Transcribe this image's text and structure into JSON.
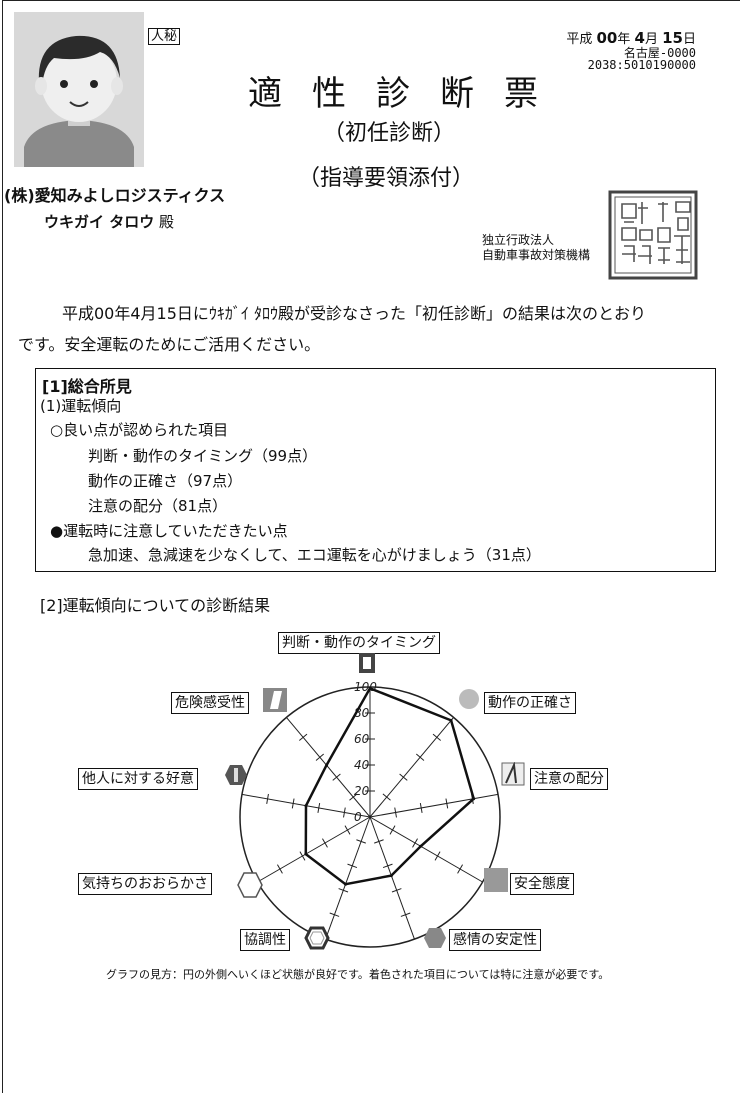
{
  "header": {
    "secret_mark": "人秘",
    "date": {
      "era": "平成",
      "year": "00",
      "year_unit": "年",
      "month": "4",
      "month_unit": "月",
      "day": "15",
      "day_unit": "日"
    },
    "office_code": "名古屋-0000",
    "serial": "2038:5010190000"
  },
  "titles": {
    "main": "適性診断票",
    "sub": "（初任診断）",
    "sub2": "（指導要領添付）"
  },
  "recipient": {
    "company": "(株)愛知みよしロジスティクス",
    "name": "ウキガイ タロウ",
    "honorific": "殿"
  },
  "issuer": {
    "line1": "独立行政法人",
    "line2": "自動車事故対策機構",
    "seal_label": "独立行政法人自動車事故対策機構印"
  },
  "intro": {
    "line1": "平成00年4月15日にｳｷｶﾞｲ ﾀﾛｳ殿が受診なさった「初任診断」の結果は次のとおり",
    "line2": "です。安全運転のためにご活用ください。"
  },
  "section1": {
    "heading": "[1]総合所見",
    "sub_heading": "(1)運転傾向",
    "good_heading": "○良い点が認められた項目",
    "good_items": [
      "判断・動作のタイミング（99点）",
      "動作の正確さ（97点）",
      "注意の配分（81点）"
    ],
    "caution_heading": "●運転時に注意していただきたい点",
    "caution_items": [
      "急加速、急減速を少なくして、エコ運転を心がけましょう（31点）"
    ]
  },
  "section2": {
    "heading": "[2]運転傾向についての診断結果"
  },
  "chart_data": {
    "type": "radar",
    "title": "",
    "categories": [
      "判断・動作のタイミング",
      "動作の正確さ",
      "注意の配分",
      "安全態度",
      "感情の安定性",
      "協調性",
      "気持ちのおおらかさ",
      "他人に対する好意",
      "危険感受性"
    ],
    "values": [
      99,
      97,
      81,
      45,
      48,
      55,
      57,
      50,
      52
    ],
    "rlim": [
      0,
      100
    ],
    "ticks": [
      "100",
      "80",
      "60",
      "40",
      "20",
      "0"
    ],
    "grid": true
  },
  "chart_labels": {
    "timing": "判断・動作のタイミング",
    "accuracy": "動作の正確さ",
    "attention": "注意の配分",
    "safety": "安全態度",
    "emotion": "感情の安定性",
    "cooperation": "協調性",
    "generosity": "気持ちのおおらかさ",
    "goodwill": "他人に対する好意",
    "hazard": "危険感受性"
  },
  "caption": "グラフの見方：円の外側へいくほど状態が良好です。着色された項目については特に注意が必要です。"
}
